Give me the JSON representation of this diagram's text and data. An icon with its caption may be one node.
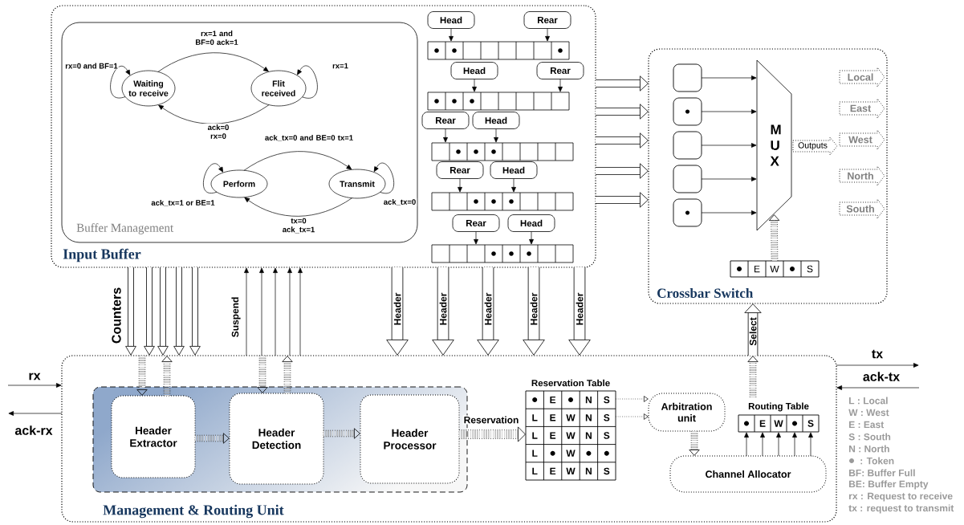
{
  "diagram": {
    "nodes": [
      {
        "text": [
          "Input Buffer"
        ]
      },
      {
        "text": [
          "Buffer Management"
        ],
        "in": 0
      },
      {
        "text": [
          "Waiting to receive"
        ],
        "in": 1
      },
      {
        "text": [
          "Flit received"
        ],
        "in": 1
      },
      {
        "text": [
          "Perform"
        ],
        "in": 1
      },
      {
        "text": [
          "Transmit"
        ],
        "in": 1
      },
      {
        "text": [
          "Head"
        ],
        "in": 0
      },
      {
        "text": [
          "Rear"
        ],
        "in": 0
      },
      {
        "text": [],
        "shape": "box",
        "in": 0
      },
      {
        "text": [
          "Head"
        ],
        "in": 0
      },
      {
        "text": [
          "Rear"
        ],
        "in": 0
      },
      {
        "text": [],
        "shape": "box",
        "in": 0
      },
      {
        "text": [
          "Rear"
        ],
        "in": 0
      },
      {
        "text": [
          "Head"
        ],
        "in": 0
      },
      {
        "text": [],
        "shape": "box",
        "in": 0
      },
      {
        "text": [
          "Rear"
        ],
        "in": 0
      },
      {
        "text": [
          "Head"
        ],
        "in": 0
      },
      {
        "text": [],
        "shape": "box",
        "in": 0
      },
      {
        "text": [
          "Rear"
        ],
        "in": 0
      },
      {
        "text": [
          "Head"
        ],
        "in": 0
      },
      {
        "text": [],
        "shape": "box",
        "in": 0
      },
      {
        "text": [
          "Crossbar Switch"
        ]
      },
      {
        "text": [],
        "shape": "box",
        "in": 21
      },
      {
        "text": [],
        "shape": "box",
        "in": 21
      },
      {
        "text": [],
        "shape": "box",
        "in": 21
      },
      {
        "text": [],
        "shape": "box",
        "in": 21
      },
      {
        "text": [],
        "shape": "box",
        "in": 21
      },
      {
        "text": [
          "M U X"
        ],
        "in": 21
      },
      {
        "text": [
          "Outputs"
        ],
        "in": 21
      },
      {
        "text": [
          "Local"
        ],
        "in": 21
      },
      {
        "text": [
          "East"
        ],
        "in": 21
      },
      {
        "text": [
          "West"
        ],
        "in": 21
      },
      {
        "text": [
          "North"
        ],
        "in": 21
      },
      {
        "text": [
          "South"
        ],
        "in": 21
      },
      {
        "text": [
          "E",
          "W",
          "S"
        ],
        "in": 21
      },
      {
        "text": [
          "Management & Routing Unit"
        ]
      },
      {
        "text": [],
        "shape": "box",
        "in": 35
      },
      {
        "text": [
          "Header Extractor"
        ],
        "in": 36
      },
      {
        "text": [
          "Header Detection"
        ],
        "in": 36
      },
      {
        "text": [
          "Header Processor"
        ],
        "in": 36
      },
      {
        "text": [
          "Reservation Table",
          "E",
          "N",
          "S",
          "L",
          "E",
          "W",
          "N",
          "S",
          "L",
          "E",
          "W",
          "N",
          "S",
          "L",
          "W",
          "L",
          "E",
          "W",
          "N",
          "S"
        ],
        "in": 35
      },
      {
        "text": [
          "Arbitration unit"
        ],
        "in": 35
      },
      {
        "text": [
          "Channel Allocator"
        ],
        "in": 35
      },
      {
        "text": [
          "Routing Table",
          "E",
          "W",
          "S"
        ],
        "in": 35
      }
    ],
    "edges": [
      {
        "from": 2,
        "to": 3,
        "arrow": "to",
        "label": "rx=1 and BF=0 ack=1"
      },
      {
        "from": 3,
        "to": 2,
        "arrow": "to",
        "label": "ack=0 rx=0"
      },
      {
        "from": 2,
        "to": 2,
        "arrow": "to",
        "label": "rx=0 and BF=1"
      },
      {
        "from": 3,
        "to": 3,
        "arrow": "to",
        "label": "rx=1"
      },
      {
        "from": 4,
        "to": 5,
        "arrow": "to",
        "label": "ack_tx=0 and BE=0 tx=1"
      },
      {
        "from": 5,
        "to": 4,
        "arrow": "to",
        "label": "tx=0 ack_tx=1"
      },
      {
        "from": 4,
        "to": 4,
        "arrow": "to",
        "label": "ack_tx=1 or BE=1"
      },
      {
        "from": 5,
        "to": 5,
        "arrow": "to",
        "label": "ack_tx=0"
      },
      {
        "from": 6,
        "to": 8,
        "arrow": "to"
      },
      {
        "from": 7,
        "to": 8,
        "arrow": "to"
      },
      {
        "from": 9,
        "to": 11,
        "arrow": "to"
      },
      {
        "from": 10,
        "to": 11,
        "arrow": "to"
      },
      {
        "from": 12,
        "to": 14,
        "arrow": "to"
      },
      {
        "from": 13,
        "to": 14,
        "arrow": "to"
      },
      {
        "from": 15,
        "to": 17,
        "arrow": "to"
      },
      {
        "from": 16,
        "to": 17,
        "arrow": "to"
      },
      {
        "from": 18,
        "to": 20,
        "arrow": "to"
      },
      {
        "from": 19,
        "to": 20,
        "arrow": "to"
      },
      {
        "from": 0,
        "to": 21,
        "arrow": "to",
        "style": "thick"
      },
      {
        "from": 0,
        "to": 21,
        "arrow": "to",
        "style": "thick"
      },
      {
        "from": 0,
        "to": 21,
        "arrow": "to",
        "style": "thick"
      },
      {
        "from": 0,
        "to": 21,
        "arrow": "to",
        "style": "thick"
      },
      {
        "from": 0,
        "to": 21,
        "arrow": "to",
        "style": "thick"
      },
      {
        "from": 22,
        "to": 27,
        "arrow": "to"
      },
      {
        "from": 23,
        "to": 27,
        "arrow": "to"
      },
      {
        "from": 24,
        "to": 27,
        "arrow": "to"
      },
      {
        "from": 25,
        "to": 27,
        "arrow": "to"
      },
      {
        "from": 26,
        "to": 27,
        "arrow": "to"
      },
      {
        "from": 34,
        "to": 27,
        "arrow": "to",
        "style": "dashed"
      },
      {
        "from": 0,
        "to": 35,
        "arrow": "to",
        "style": "thick",
        "label": "Counters"
      },
      {
        "from": 0,
        "to": 35,
        "arrow": "to",
        "style": "thick"
      },
      {
        "from": 0,
        "to": 35,
        "arrow": "to",
        "style": "thick"
      },
      {
        "from": 0,
        "to": 35,
        "arrow": "to",
        "style": "thick"
      },
      {
        "from": 0,
        "to": 35,
        "arrow": "to",
        "style": "thick"
      },
      {
        "from": 35,
        "to": 0,
        "arrow": "to",
        "label": "Suspend"
      },
      {
        "from": 35,
        "to": 0,
        "arrow": "to"
      },
      {
        "from": 35,
        "to": 0,
        "arrow": "to"
      },
      {
        "from": 35,
        "to": 0,
        "arrow": "to"
      },
      {
        "from": 35,
        "to": 0,
        "arrow": "to"
      },
      {
        "from": 0,
        "to": 35,
        "arrow": "to",
        "style": "thick",
        "label": "Header"
      },
      {
        "from": 0,
        "to": 35,
        "arrow": "to",
        "style": "thick",
        "label": "Header"
      },
      {
        "from": 0,
        "to": 35,
        "arrow": "to",
        "style": "thick",
        "label": "Header"
      },
      {
        "from": 0,
        "to": 35,
        "arrow": "to",
        "style": "thick",
        "label": "Header"
      },
      {
        "from": 0,
        "to": 35,
        "arrow": "to",
        "style": "thick",
        "label": "Header"
      },
      {
        "from": 35,
        "to": 37,
        "arrow": "to",
        "style": "dashed"
      },
      {
        "from": 37,
        "to": 35,
        "arrow": "to",
        "style": "dashed"
      },
      {
        "from": 35,
        "to": 38,
        "arrow": "to",
        "style": "dashed"
      },
      {
        "from": 38,
        "to": 35,
        "arrow": "to",
        "style": "dashed"
      },
      {
        "from": 37,
        "to": 38,
        "arrow": "to",
        "style": "dashed"
      },
      {
        "from": 38,
        "to": 39,
        "arrow": "to",
        "style": "dashed"
      },
      {
        "from": 39,
        "to": 40,
        "arrow": "to",
        "style": "dashed",
        "label": "Reservation"
      },
      {
        "from": 40,
        "to": 41,
        "arrow": "to",
        "style": "dashed"
      },
      {
        "from": 40,
        "to": 41,
        "arrow": "to",
        "style": "dashed"
      },
      {
        "from": 41,
        "to": 42,
        "arrow": "to",
        "style": "dashed"
      },
      {
        "from": 42,
        "to": 43,
        "arrow": "to"
      },
      {
        "from": 42,
        "to": 43,
        "arrow": "to"
      },
      {
        "from": 42,
        "to": 43,
        "arrow": "to"
      },
      {
        "from": 42,
        "to": 43,
        "arrow": "to"
      },
      {
        "from": 42,
        "to": 43,
        "arrow": "to"
      },
      {
        "from": 43,
        "to": 35,
        "arrow": "to",
        "style": "dashed"
      },
      {
        "from": 35,
        "to": 21,
        "arrow": "to",
        "style": "thick",
        "label": "Select"
      },
      {
        "from": null,
        "to": 35,
        "arrow": "to",
        "label": "rx"
      },
      {
        "from": 35,
        "to": null,
        "arrow": "to",
        "label": "ack-rx"
      },
      {
        "from": 35,
        "to": null,
        "arrow": "to",
        "label": "tx"
      },
      {
        "from": null,
        "to": 35,
        "arrow": "to",
        "label": "ack-tx"
      }
    ],
    "labels": [
      "L  : Local",
      "W : West",
      "E  : East",
      "S  : South",
      "N  : North",
      ": Token",
      "BF: Buffer Full",
      "BE: Buffer Empty",
      "rx  : Request to receive",
      "tx  : request to transmit"
    ]
  }
}
